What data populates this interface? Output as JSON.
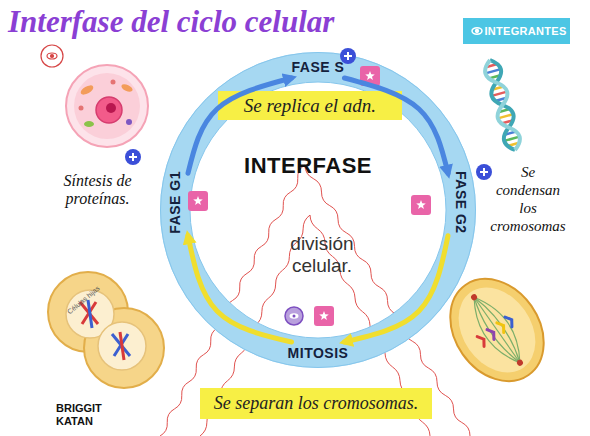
{
  "diagram": {
    "title": "Interfase del ciclo celular",
    "nodes": [
      {
        "text": [
          "INTEGRANTES"
        ]
      },
      {
        "text": [
          "INTERFASE",
          "división celular."
        ]
      },
      {
        "text": [
          "FASE S"
        ],
        "in": 1
      },
      {
        "text": [
          "Se replica el adn."
        ]
      },
      {
        "text": [
          "FASE G1"
        ],
        "in": 1
      },
      {
        "text": [
          "FASE G2"
        ],
        "in": 1
      },
      {
        "text": [
          "MITOSIS"
        ],
        "in": 1
      },
      {
        "text": [
          "Se separan los cromosomas."
        ]
      }
    ],
    "edges": [
      {
        "from": 4,
        "to": 2,
        "arrow": "to"
      },
      {
        "from": 2,
        "to": 5,
        "arrow": "to"
      },
      {
        "from": 5,
        "to": 6,
        "arrow": "to"
      },
      {
        "from": 6,
        "to": 4,
        "arrow": "to"
      }
    ],
    "labels": [
      "Síntesis de proteínas.",
      "Se condensan los cromosomas",
      "Células hijas",
      "BRIGGIT KATAN"
    ]
  }
}
